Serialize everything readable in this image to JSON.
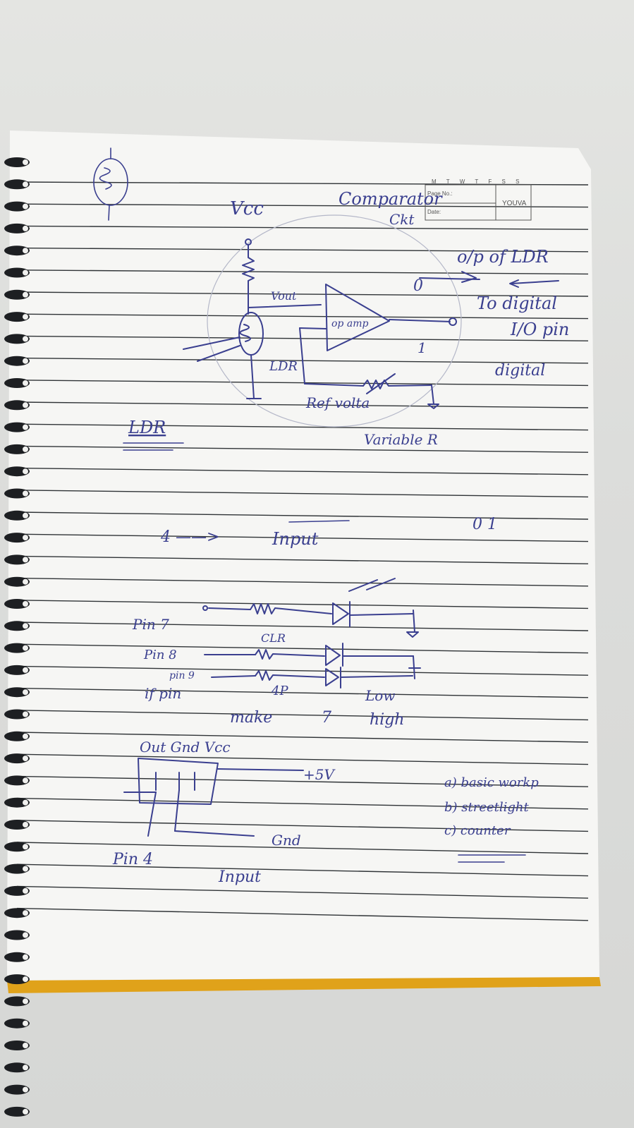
{
  "header_box": {
    "days": [
      "M",
      "T",
      "W",
      "T",
      "F",
      "S",
      "S"
    ],
    "page_no_label": "Page No.:",
    "date_label": "Date:",
    "brand": "YOUVA"
  },
  "notes": {
    "vcc": "Vcc",
    "comparator": "Comparator",
    "ckt": "Ckt",
    "op_of_ldr": "o/p of LDR",
    "zero_mark": "0",
    "to_digital": "To digital",
    "io_pin": "I/O pin",
    "digital": "digital",
    "vout": "Vout",
    "opamp": "op amp",
    "ldr_label": "LDR",
    "ref_voltage": "Ref volta",
    "one_mark": "1",
    "ldr_heading": "LDR",
    "variable_r": "Variable R",
    "four_arrow": "4 ——>",
    "input": "Input",
    "zero_one": "0  1",
    "pin7": "Pin 7",
    "clr": "CLR",
    "pin8": "Pin 8",
    "pin9": "pin 9",
    "if_pin": "if pin",
    "four_p": "4P",
    "low": "Low",
    "make": "make",
    "seven": "7",
    "high": "high",
    "out_gnd_vcc": "Out Gnd Vcc",
    "plus5v": "+5V",
    "gnd": "Gnd",
    "pin4": "Pin 4",
    "input2": "Input",
    "list_a": "a) basic workp",
    "list_b": "b) streetlight",
    "list_c": "c) counter"
  },
  "colors": {
    "ink": "#3a3f8f",
    "paper": "#f6f6f4",
    "rule": "#2f3336",
    "spine": "#e0a21a"
  },
  "icons": [
    "ldr-symbol-icon",
    "spiral-binding-icon"
  ]
}
